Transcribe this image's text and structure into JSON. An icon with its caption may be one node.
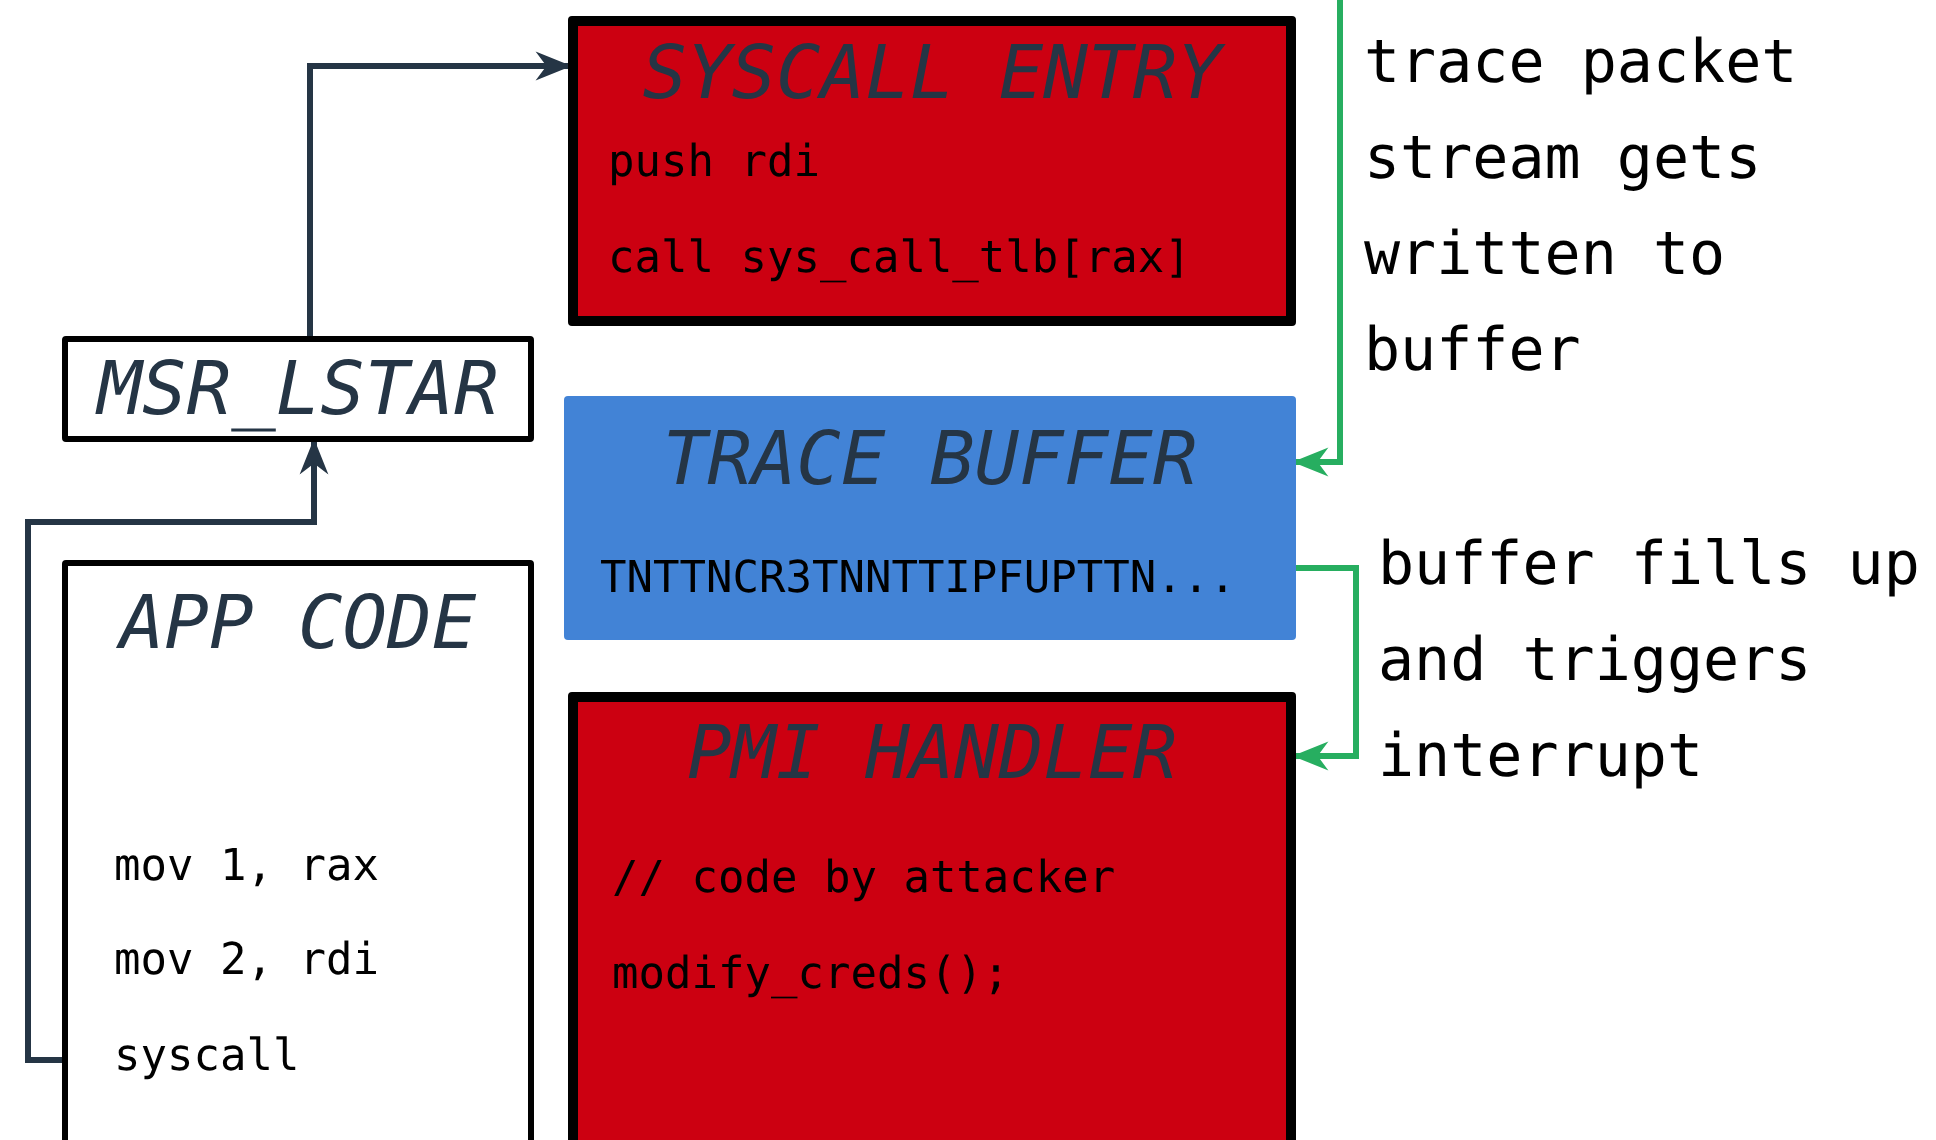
{
  "diagram": {
    "nodes": [
      {
        "text": [
          "SYSCALL ENTRY",
          "push rdi",
          "call sys_call_tlb[rax]"
        ]
      },
      {
        "text": [
          "MSR_LSTAR"
        ]
      },
      {
        "text": [
          "TRACE BUFFER",
          "TNTTNCR3TNNTTIPFUPTTN..."
        ]
      },
      {
        "text": [
          "APP CODE",
          "mov 1, rax",
          "mov 2, rdi",
          "syscall"
        ]
      },
      {
        "text": [
          "PMI HANDLER",
          "// code by attacker",
          "modify_creds();"
        ]
      }
    ],
    "edges": [
      {
        "from": 1,
        "to": 0,
        "arrow": "to"
      },
      {
        "from": 3,
        "to": 1,
        "arrow": "to"
      },
      {
        "from": null,
        "to": 2,
        "arrow": "to",
        "color": "#27ae60"
      },
      {
        "from": 2,
        "to": 4,
        "arrow": "to",
        "color": "#27ae60"
      }
    ],
    "labels": [
      "trace packet stream gets written to buffer",
      "buffer fills up and triggers interrupt"
    ]
  }
}
